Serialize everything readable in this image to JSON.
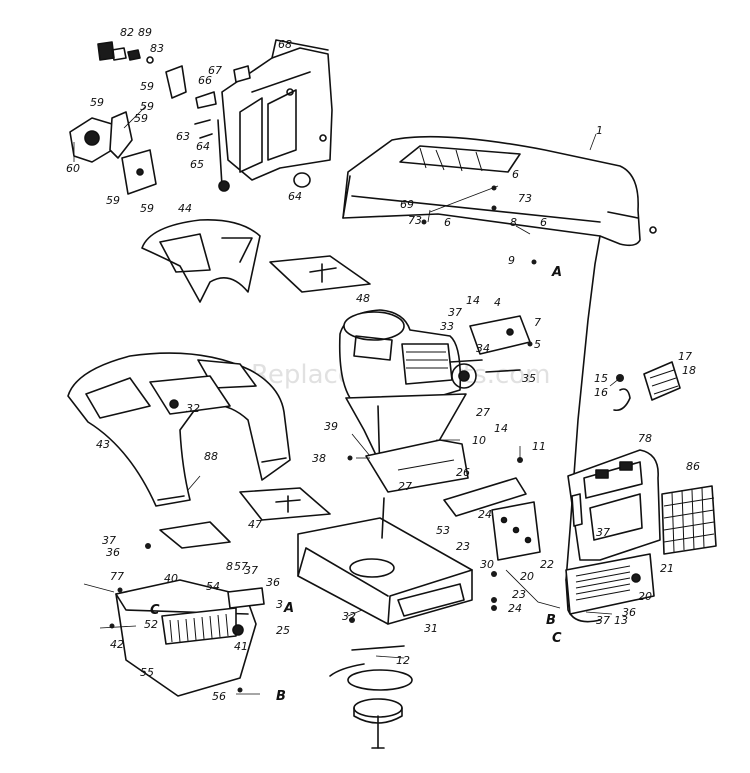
{
  "watermark": "eReplacementParts.com",
  "callouts": [
    "1",
    "3",
    "4",
    "5",
    "6",
    "6",
    "6",
    "7",
    "8",
    "8",
    "9",
    "10",
    "11",
    "12",
    "13",
    "14",
    "14",
    "15",
    "16",
    "17",
    "18",
    "20",
    "20",
    "21",
    "22",
    "23",
    "23",
    "24",
    "24",
    "25",
    "26",
    "27",
    "27",
    "30",
    "31",
    "32",
    "32",
    "33",
    "34",
    "35",
    "36",
    "36",
    "36",
    "37",
    "37",
    "37",
    "37",
    "37",
    "38",
    "39",
    "40",
    "41",
    "42",
    "43",
    "44",
    "47",
    "48",
    "52",
    "53",
    "54",
    "55",
    "56",
    "57",
    "59",
    "59",
    "59",
    "59",
    "59",
    "59",
    "60",
    "63",
    "64",
    "64",
    "65",
    "66",
    "67",
    "68",
    "69",
    "73",
    "73",
    "77",
    "78",
    "82",
    "83",
    "86",
    "88",
    "89"
  ],
  "reference_marks": [
    "A",
    "A",
    "B",
    "B",
    "C",
    "C"
  ]
}
